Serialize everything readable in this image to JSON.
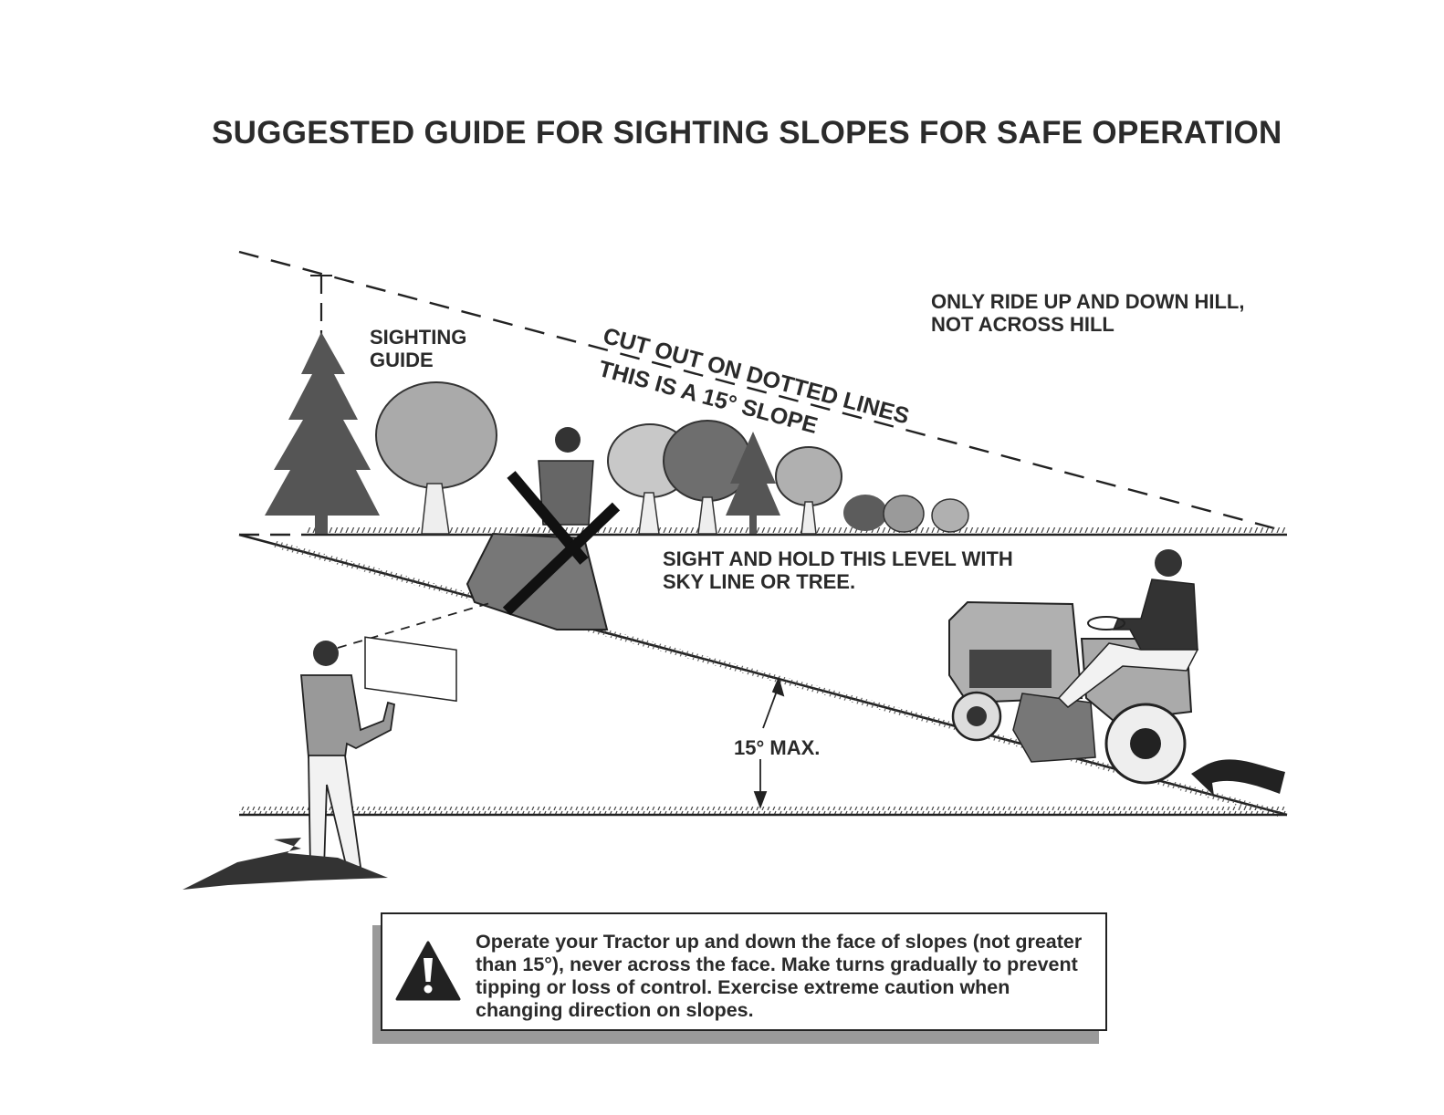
{
  "title": "SUGGESTED GUIDE FOR SIGHTING SLOPES FOR SAFE OPERATION",
  "labels": {
    "ride_note_line1": "ONLY RIDE UP AND DOWN HILL,",
    "ride_note_line2": "NOT ACROSS HILL",
    "sighting_guide_line1": "SIGHTING",
    "sighting_guide_line2": "GUIDE",
    "cut_out": "CUT OUT ON DOTTED LINES",
    "slope_note": "THIS IS A 15° SLOPE",
    "hold_level_line1": "SIGHT AND HOLD THIS LEVEL WITH",
    "hold_level_line2": "SKY LINE OR TREE.",
    "max_angle": "15° MAX."
  },
  "warning": {
    "icon": "warning-triangle-icon",
    "text": "Operate your Tractor up and down the face of slopes (not greater than 15°), never across the face. Make turns gradually to prevent tipping or loss of control. Exercise extreme caution when changing direction on slopes."
  },
  "colors": {
    "ink": "#2a2a2a",
    "tree_dark": "#555555",
    "tree_light": "#9a9a9a",
    "shadow": "#9a9a9a"
  }
}
